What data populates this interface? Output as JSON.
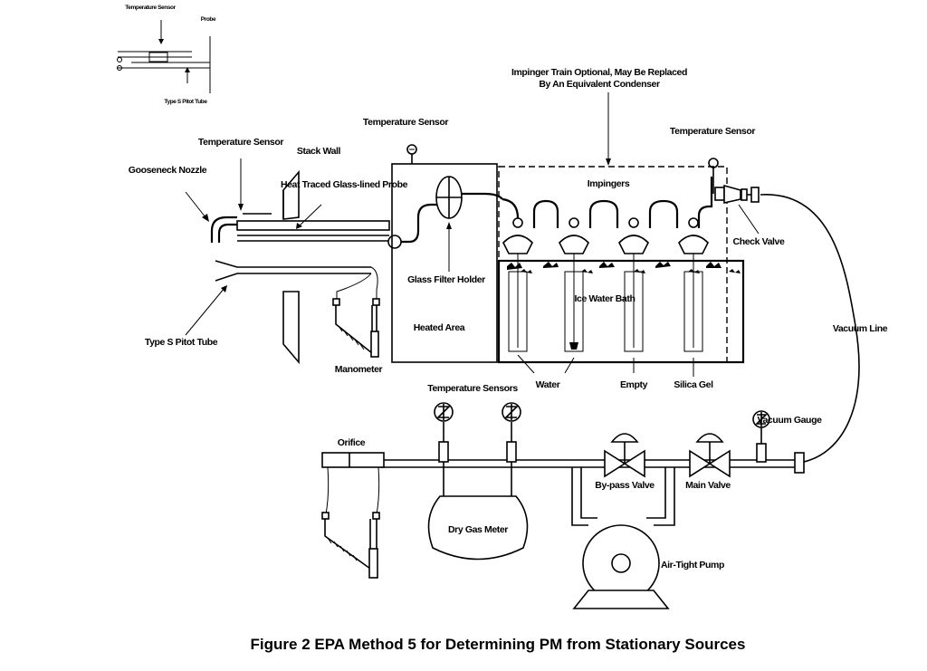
{
  "labels": {
    "inset_temperature_sensor": "Temperature Sensor",
    "inset_probe": "Probe",
    "inset_type_s_pitot": "Type S Pitot Tube",
    "impinger_train_note_1": "Impinger Train Optional, May Be Replaced",
    "impinger_train_note_2": "By An Equivalent Condenser",
    "temperature_sensor_filter": "Temperature Sensor",
    "temperature_sensor_probe": "Temperature Sensor",
    "temperature_sensor_exit": "Temperature Sensor",
    "stack_wall": "Stack Wall",
    "gooseneck_nozzle": "Gooseneck Nozzle",
    "heat_traced_probe": "Heat Traced Glass-lined Probe",
    "impingers": "Impingers",
    "check_valve": "Check Valve",
    "glass_filter_holder": "Glass Filter Holder",
    "ice_water_bath": "Ice Water Bath",
    "heated_area": "Heated Area",
    "type_s_pitot_tube": "Type S Pitot Tube",
    "manometer": "Manometer",
    "water": "Water",
    "empty": "Empty",
    "silica_gel": "Silica Gel",
    "vacuum_line": "Vacuum Line",
    "temperature_sensors": "Temperature Sensors",
    "vacuum_gauge": "Vacuum Gauge",
    "orifice": "Orifice",
    "bypass_valve": "By-pass Valve",
    "main_valve": "Main Valve",
    "dry_gas_meter": "Dry Gas Meter",
    "air_tight_pump": "Air-Tight Pump"
  },
  "caption": "Figure 2 EPA Method 5 for Determining PM from Stationary Sources"
}
